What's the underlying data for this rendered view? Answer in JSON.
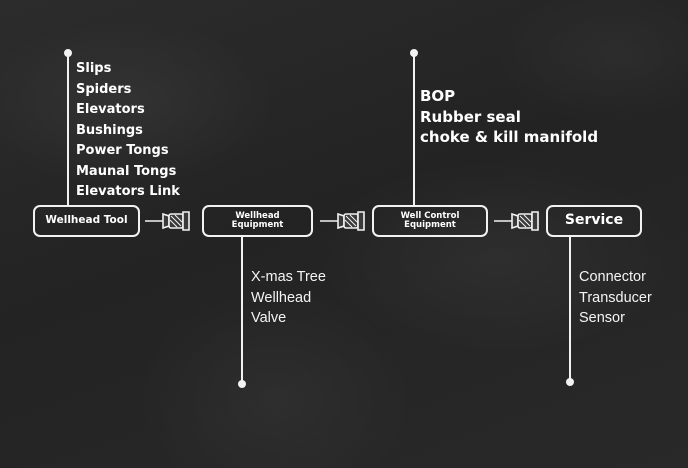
{
  "stages": [
    {
      "label": "Wellhead Tool",
      "items": [
        "Slips",
        "Spiders",
        "Elevators",
        "Bushings",
        "Power Tongs",
        "Maunal Tongs",
        "Elevators Link"
      ]
    },
    {
      "label": "Wellhead Equipment",
      "items": [
        "X-mas Tree",
        "Wellhead",
        "Valve"
      ]
    },
    {
      "label": "Well Control Equipment",
      "items": [
        "BOP",
        "Rubber seal",
        "choke & kill manifold"
      ]
    },
    {
      "label": "Service",
      "items": [
        "Connector",
        "Transducer",
        "Sensor"
      ]
    }
  ],
  "connector_icon": "push-pin-icon",
  "colors": {
    "background": "#272727",
    "chalk": "#f2f2f2"
  }
}
